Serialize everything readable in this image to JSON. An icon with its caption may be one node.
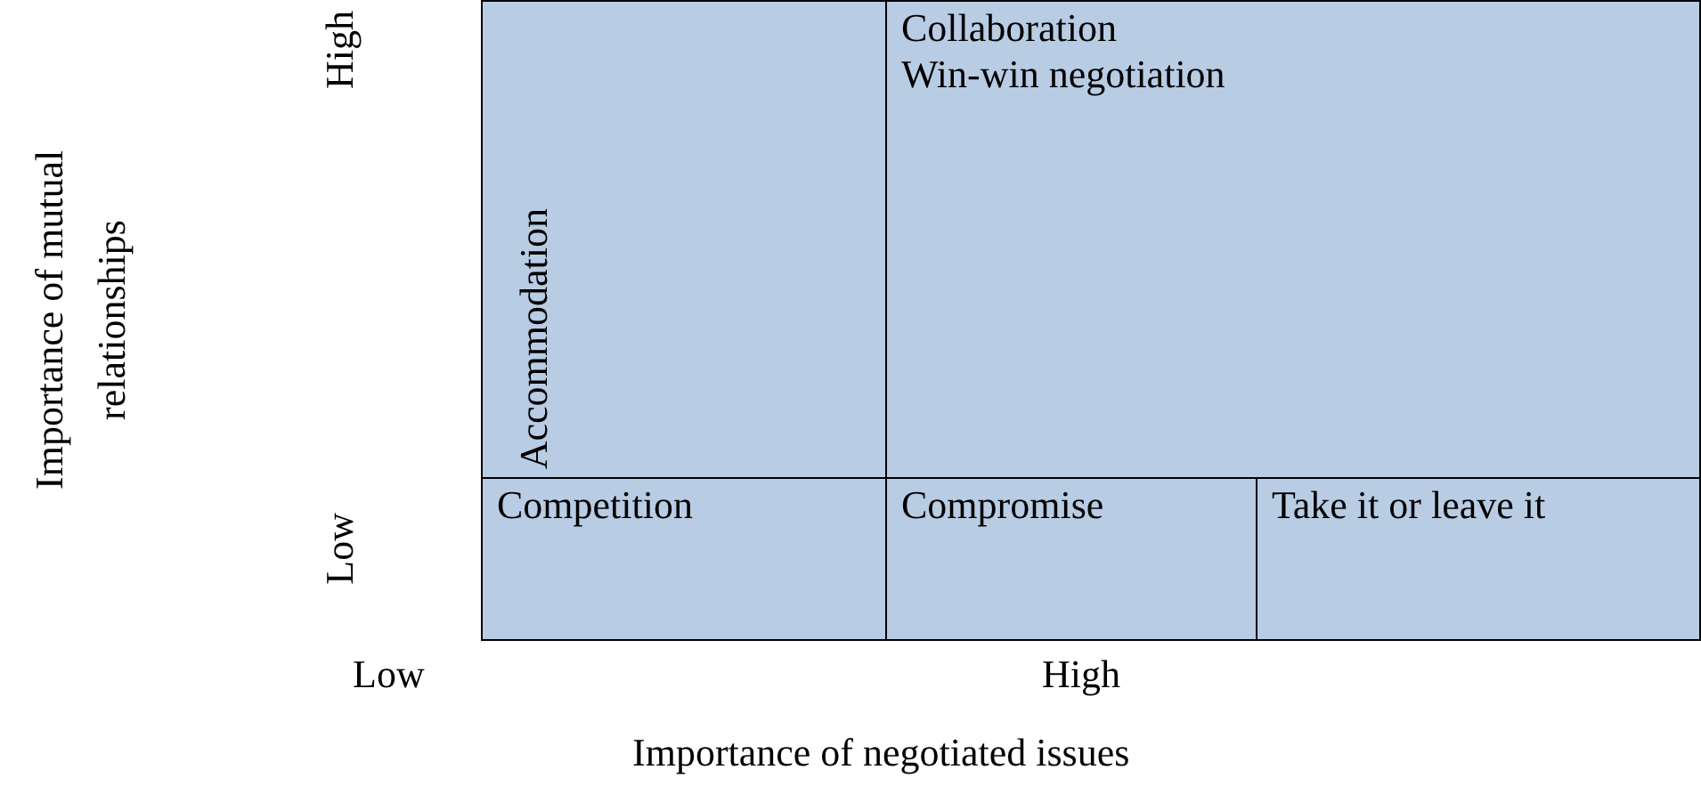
{
  "diagram": {
    "nodes": [
      {
        "text": [
          "Accommodation"
        ]
      },
      {
        "text": [
          "Collaboration",
          "Win-win negotiation"
        ]
      },
      {
        "text": [
          "Competition"
        ]
      },
      {
        "text": [
          "Compromise"
        ]
      },
      {
        "text": [
          "Take it or leave it"
        ]
      }
    ],
    "labels": [
      "Importance of mutual relationships",
      "High",
      "Low",
      "Low",
      "High",
      "Importance of negotiated issues"
    ]
  }
}
